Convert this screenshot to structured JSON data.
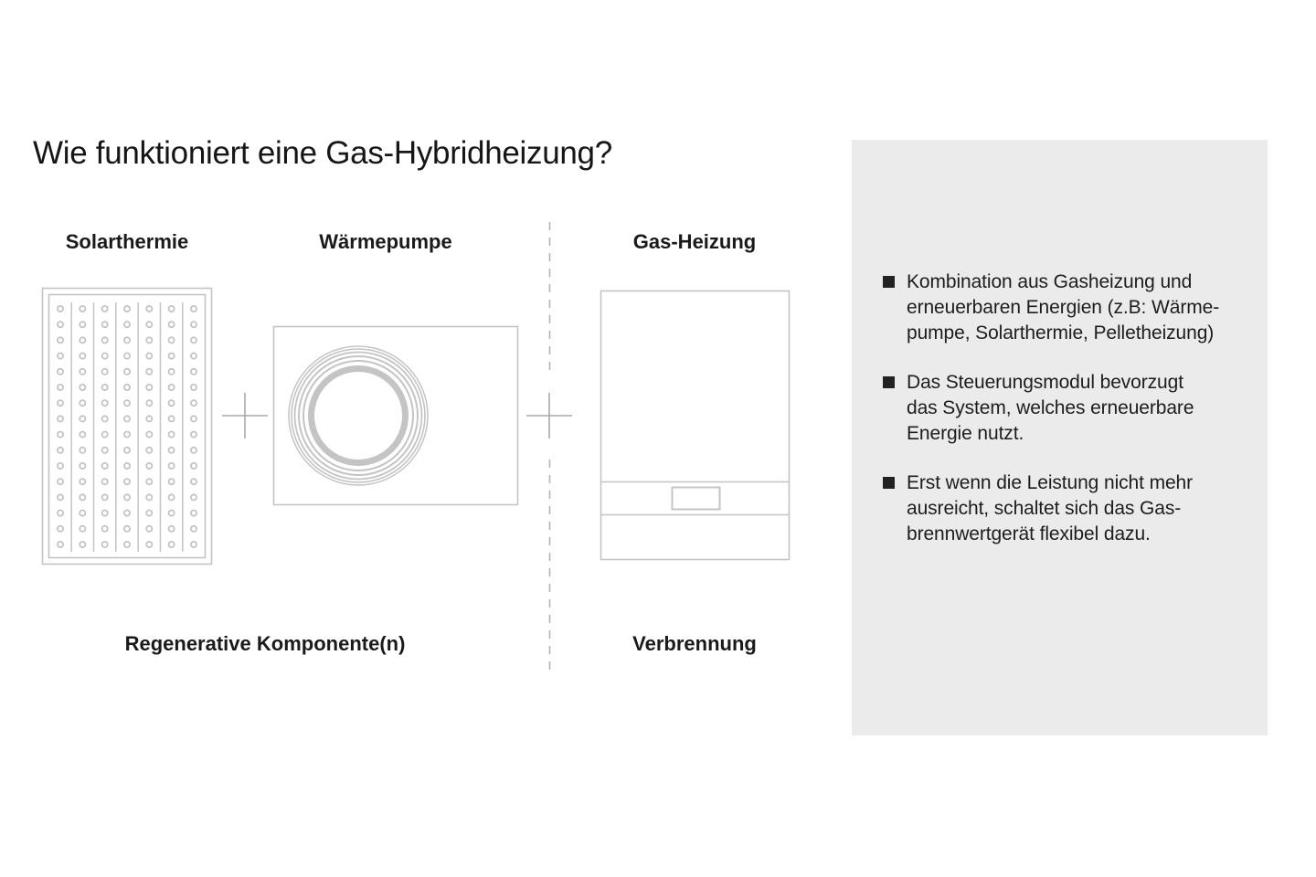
{
  "page": {
    "title": "Wie funktioniert eine Gas-Hybridheizung?"
  },
  "diagram": {
    "columns": [
      {
        "label": "Solarthermie",
        "icon": "solar-panel-icon"
      },
      {
        "label": "Wärmepumpe",
        "icon": "heat-pump-icon"
      },
      {
        "label": "Gas-Heizung",
        "icon": "gas-boiler-icon"
      }
    ],
    "operator": "+",
    "group_labels": {
      "left": "Regenerative Komponente(n)",
      "right": "Verbrennung"
    }
  },
  "infobox": {
    "bullets": [
      "Kombination aus Gasheizung und\nerneuerbaren Energien (z.B: Wärme-\npumpe, Solarthermie, Pelletheizung)",
      "Das Steuerungsmodul bevorzugt\ndas System, welches erneuerbare\nEnergie nutzt.",
      "Erst wenn die Leistung nicht mehr\nausreicht, schaltet sich das Gas-\nbrennwertgerät flexibel dazu."
    ]
  },
  "colors": {
    "line_gray": "#c4c4c4",
    "plus_gray": "#a8a8a8",
    "dash_gray": "#b3b3b3",
    "infobox_bg": "#ebebeb",
    "text_dark": "#1a1a1a"
  }
}
